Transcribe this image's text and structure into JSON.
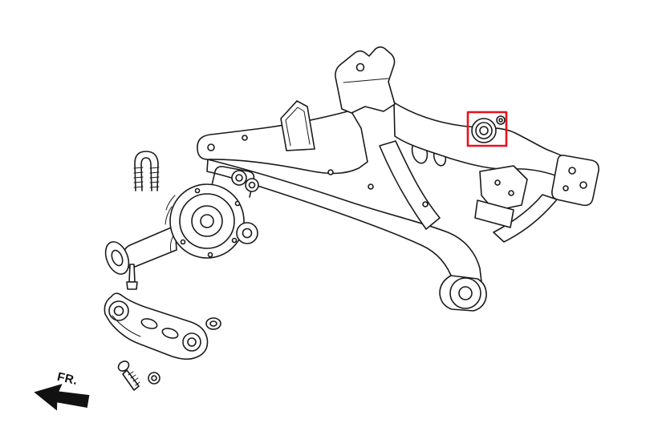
{
  "diagram": {
    "fr_label": "FR.",
    "highlight_color": "#e8111c",
    "line_color": "#1a1a1a",
    "background_color": "#ffffff",
    "parts": [
      "rear-subframe-crossmember",
      "differential-housing",
      "u-bolt",
      "axle-output-flange",
      "differential-support-bracket",
      "grommet",
      "mount-bolt",
      "mount-nut",
      "highlighted-subframe-bushing"
    ]
  }
}
